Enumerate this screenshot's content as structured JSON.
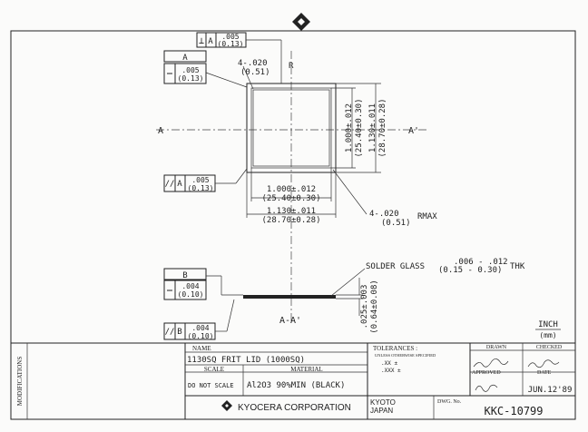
{
  "drawing": {
    "datum_a": {
      "letter": "A",
      "tol": ".005",
      "tol_mm": "(0.13)"
    },
    "datum_b": {
      "letter": "B"
    },
    "perp_frame": {
      "symbol": "⊥",
      "datum": "A",
      "tol": ".005",
      "tol_mm": "(0.13)"
    },
    "flat_top": {
      "tol": ".005",
      "tol_mm": "(0.13)"
    },
    "flat_bottom": {
      "tol": ".004",
      "tol_mm": "(0.10)"
    },
    "par_a": {
      "symbol": "//",
      "datum": "A",
      "tol": ".005",
      "tol_mm": "(0.13)"
    },
    "par_b": {
      "symbol": "//",
      "datum": "B",
      "tol": ".004",
      "tol_mm": "(0.10)"
    },
    "corner_r": {
      "text": "4-.020",
      "mm": "(0.51)",
      "unit": "R"
    },
    "corner_rmax": {
      "text": "4-.020",
      "mm": "(0.51)",
      "unit": "RMAX"
    },
    "vert_dim_inner": {
      "text": "1.000±.012",
      "mm": "(25.40±0.30)"
    },
    "vert_dim_outer": {
      "text": "1.130±.011",
      "mm": "(28.70±0.28)"
    },
    "horiz_dim_inner": {
      "text": "1.000±.012",
      "mm": "(25.40±0.30)"
    },
    "horiz_dim_outer": {
      "text": "1.130±.011",
      "mm": "(28.70±0.28)"
    },
    "section_left": "A",
    "section_right": "A'",
    "section_label": "A-A'",
    "solder": {
      "label": "SOLDER GLASS",
      "top": ".006 - .012",
      "bottom": "(0.15 - 0.30)",
      "suffix": "THK"
    },
    "thickness": {
      "text": ".025±.003",
      "mm": "(0.64±0.08)"
    },
    "units": {
      "top": "INCH",
      "bottom": "(mm)"
    }
  },
  "title_block": {
    "modifications": "MODIFICATIONS",
    "name_label": "NAME",
    "name": "1130SQ FRIT LID (1000SQ)",
    "scale_label": "SCALE",
    "material_label": "MATERIAL",
    "scale": "DO NOT SCALE",
    "material": "Al2O3 90%MIN (BLACK)",
    "company": "KYOCERA CORPORATION",
    "city": "KYOTO",
    "country": "JAPAN",
    "tolerances_label": "TOLERANCES :",
    "tolerances_note": "UNLESS OTHERWISE SPECIFIED",
    "tol_lines": [
      ".XX  ±",
      ".XXX ±"
    ],
    "drawn_label": "DRAWN",
    "checked_label": "CHECKED",
    "approved_label": "APPROVED",
    "date_label": "DATE",
    "date": "JUN.12'89",
    "dwg_label": "DWG. No.",
    "dwg_no": "KKC-10799"
  }
}
